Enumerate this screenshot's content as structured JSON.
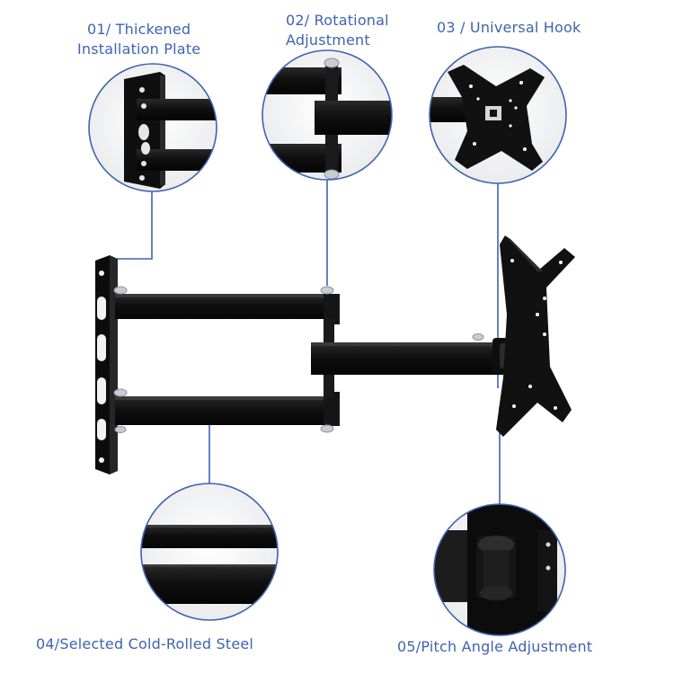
{
  "features": [
    {
      "id": "01",
      "line1": "01/ Thickened",
      "line2": "Installation Plate"
    },
    {
      "id": "02",
      "line1": "02/ Rotational",
      "line2": "Adjustment"
    },
    {
      "id": "03",
      "line1": "03 / Universal Hook"
    },
    {
      "id": "04",
      "line1": "04/Selected Cold-Rolled Steel"
    },
    {
      "id": "05",
      "line1": "05/Pitch Angle Adjustment"
    }
  ],
  "colors": {
    "label_text": "#3f63b0",
    "callout_line": "#3f63b0",
    "circle_border": "#3f63b0",
    "steel": "#141414",
    "bolt": "#c9ccd1",
    "background": "#ffffff"
  }
}
